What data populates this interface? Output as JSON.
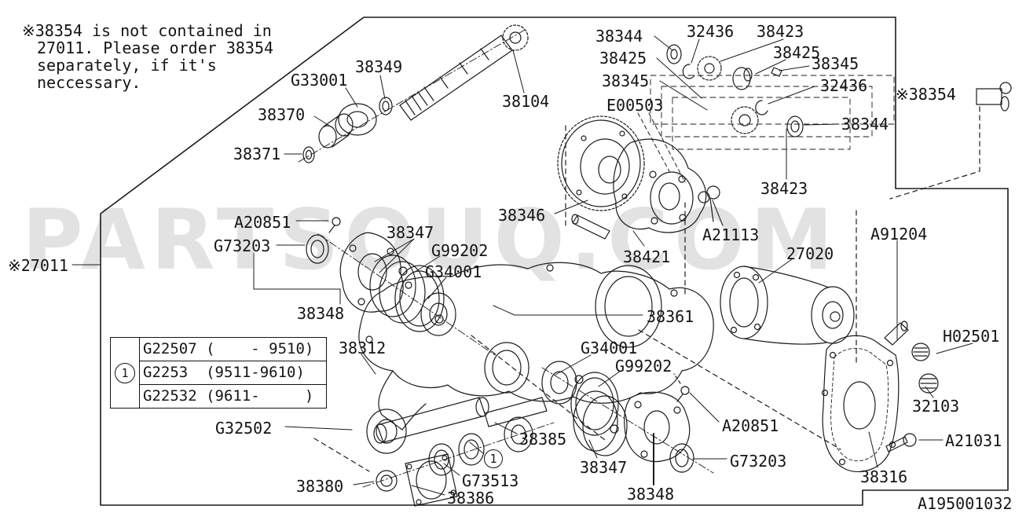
{
  "note": {
    "line1": "※38354 is not contained in",
    "line2": "27011. Please order 38354",
    "line3": "separately, if it's",
    "line4": "neccessary."
  },
  "watermark": "PARTSOUQ.COM",
  "ref_number": "A195001032",
  "table": {
    "marker": "1",
    "rows": [
      "G22507 (    - 9510)",
      "G2253  (9511-9610)",
      "G22532 (9611-     )"
    ]
  },
  "markers": {
    "callout1": "1"
  },
  "labels": {
    "g33001": "G33001",
    "n38349": "38349",
    "n38370": "38370",
    "n38371": "38371",
    "n38104": "38104",
    "n38344_top": "38344",
    "n32436_top": "32436",
    "n38423_top": "38423",
    "n38425_left": "38425",
    "n38345_left": "38345",
    "n38425_right": "38425",
    "n38345_right": "38345",
    "n32436_mid": "32436",
    "e00503": "E00503",
    "n38354": "※38354",
    "n38344_right": "38344",
    "n38423_low": "38423",
    "n38346": "38346",
    "a21113": "A21113",
    "n38421": "38421",
    "n27020": "27020",
    "a91204": "A91204",
    "n27011": "※27011",
    "a20851_up": "A20851",
    "g73203_up": "G73203",
    "n38347_up": "38347",
    "g99202_up": "G99202",
    "g34001_up": "G34001",
    "n38348_up": "38348",
    "n38361": "38361",
    "n38312": "38312",
    "g34001_low": "G34001",
    "g99202_low": "G99202",
    "a20851_low": "A20851",
    "h02501": "H02501",
    "n32103": "32103",
    "g32502": "G32502",
    "n38385": "38385",
    "n38347_low": "38347",
    "g73203_low": "G73203",
    "a21031": "A21031",
    "n38316": "38316",
    "n38348_low": "38348",
    "g73513": "G73513",
    "n38386": "38386",
    "n38380": "38380"
  }
}
